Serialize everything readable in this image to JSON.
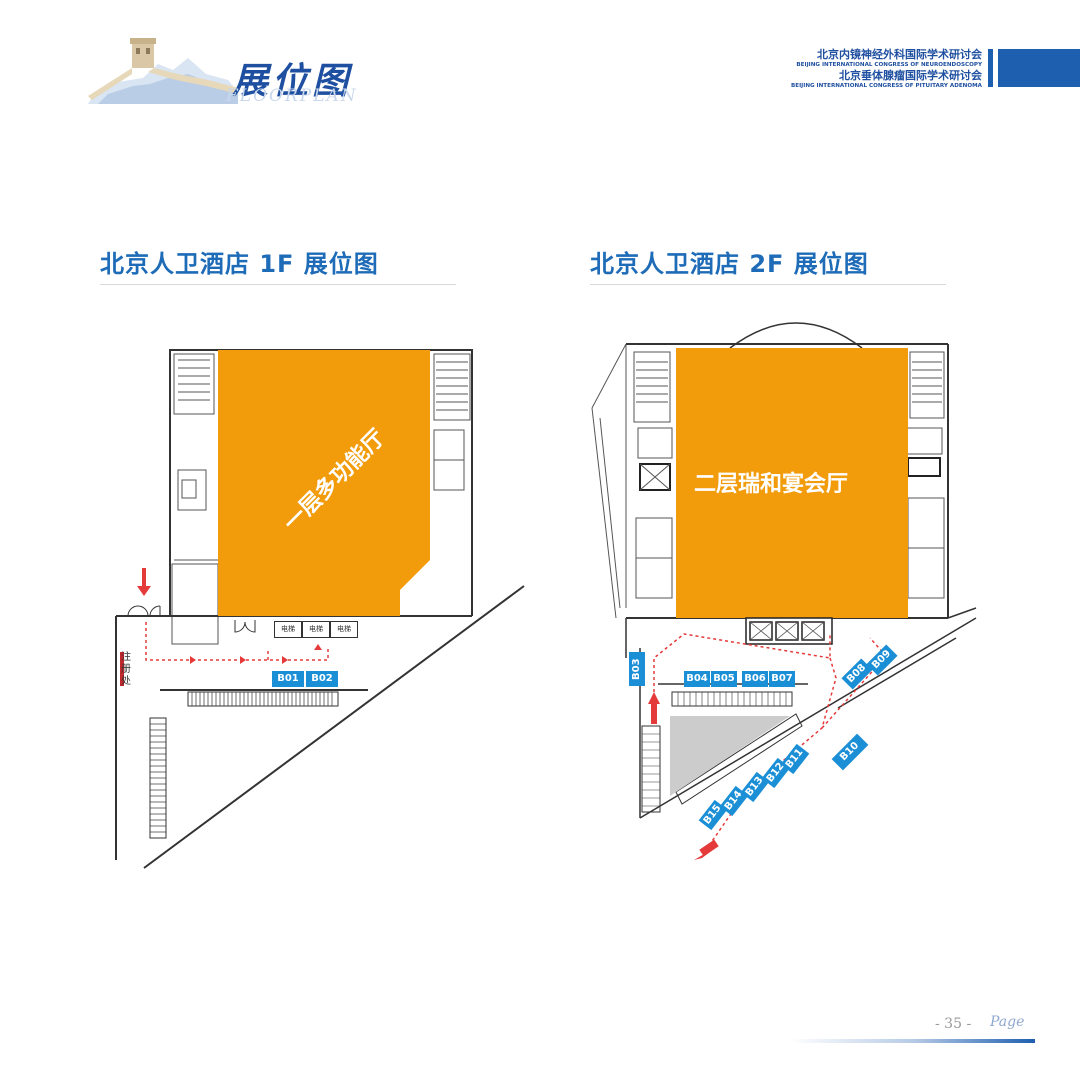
{
  "header": {
    "title": "展位图",
    "subtitle": "FLOORPLAN",
    "congress1_cn": "北京内镜神经外科国际学术研讨会",
    "congress1_en": "BEIJING INTERNATIONAL CONGRESS OF NEUROENDOSCOPY",
    "congress2_cn": "北京垂体腺瘤国际学术研讨会",
    "congress2_en": "BEIJING INTERNATIONAL CONGRESS OF PITUITARY ADENOMA"
  },
  "floor1": {
    "title": "北京人卫酒店 1F  展位图",
    "hall": "一层多功能厅",
    "registration": "注册处",
    "elevators": [
      "电梯",
      "电梯",
      "电梯"
    ],
    "booths": [
      "B01",
      "B02"
    ]
  },
  "floor2": {
    "title": "北京人卫酒店 2F  展位图",
    "hall": "二层瑞和宴会厅",
    "booths": [
      "B03",
      "B04",
      "B05",
      "B06",
      "B07",
      "B08",
      "B09",
      "B10",
      "B11",
      "B12",
      "B13",
      "B14",
      "B15"
    ]
  },
  "footer": {
    "page_number": "- 35 -",
    "page_word": "Page"
  },
  "colors": {
    "brand_blue": "#1e5fb0",
    "hall_orange": "#f29c0c",
    "booth_blue": "#1b8fd6",
    "route_red": "#e53a3a"
  }
}
